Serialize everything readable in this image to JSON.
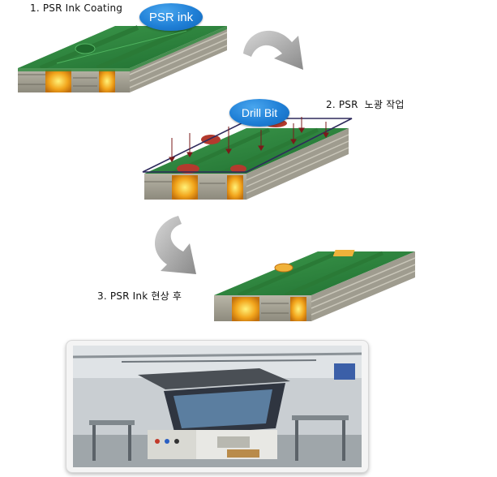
{
  "steps": [
    {
      "label": "1. PSR Ink Coating"
    },
    {
      "label": "2. PSR  노광 작업"
    },
    {
      "label": "3. PSR Ink 현상 후"
    }
  ],
  "callouts": {
    "psr_ink": "PSR ink",
    "drill_bit": "Drill Bit"
  },
  "colors": {
    "board_green": "#2e8b3e",
    "pad_red": "#b33a2e",
    "callout_blue": "#1f7fd6",
    "arrow_gray": "#9a9a9a",
    "copper_orange": "#f2a51c"
  },
  "icons": {
    "arrows": [
      "curved-arrow-icon",
      "curved-arrow-icon"
    ]
  },
  "photo": {
    "subject": "exposure-machine-photo"
  }
}
